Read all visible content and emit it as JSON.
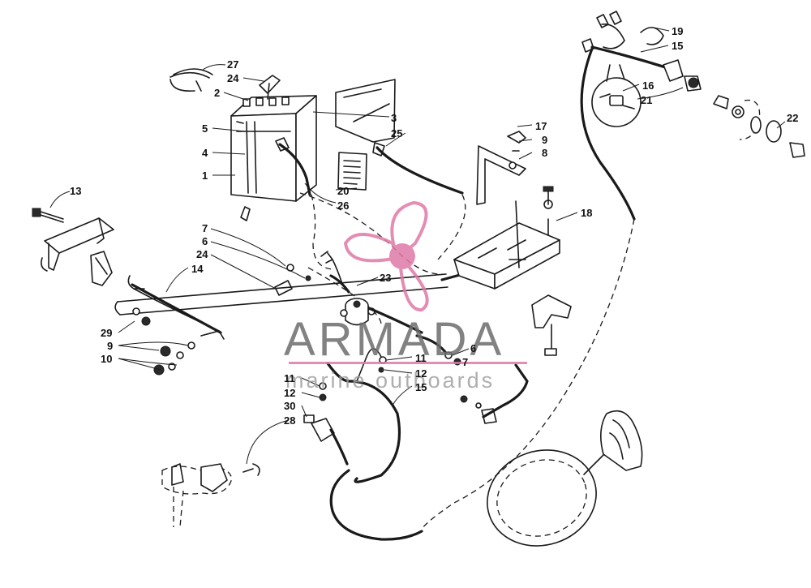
{
  "watermark": {
    "brand": "ARMADA",
    "tagline": "marine outboards",
    "brand_color": "#6d6d6d",
    "accent_color": "#e07aa8"
  },
  "callouts": {
    "c27": "27",
    "c24a": "24",
    "c2": "2",
    "c5": "5",
    "c4": "4",
    "c1": "1",
    "c3": "3",
    "c25": "25",
    "c20": "20",
    "c26": "26",
    "c13": "13",
    "c17": "17",
    "c9a": "9",
    "c8": "8",
    "c18": "18",
    "c19": "19",
    "c15a": "15",
    "c16": "16",
    "c21": "21",
    "c22": "22",
    "c7a": "7",
    "c6a": "6",
    "c24b": "24",
    "c14": "14",
    "c23": "23",
    "c29": "29",
    "c9b": "9",
    "c10": "10",
    "c6b": "6",
    "c11a": "11",
    "c7b": "7",
    "c12a": "12",
    "c15b": "15",
    "c11b": "11",
    "c12b": "12",
    "c30": "30",
    "c28": "28"
  }
}
